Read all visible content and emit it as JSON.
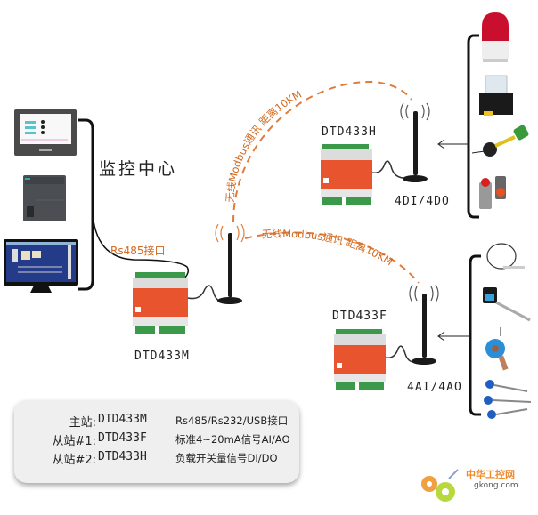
{
  "title": "DTD433 Wireless Modbus Network Diagram",
  "colors": {
    "accent_orange": "#d2691e",
    "device_red": "#e8542e",
    "terminal_green": "#3a9a4a",
    "antenna_black": "#1a1a1a",
    "line_black": "#111111",
    "info_box_bg": "#efefef"
  },
  "monitoring_center": {
    "label": "监控中心",
    "devices": [
      {
        "name": "hmi-touch-panel",
        "icon": "hmi-icon"
      },
      {
        "name": "plc-controller",
        "icon": "plc-icon"
      },
      {
        "name": "scada-monitor",
        "icon": "monitor-icon"
      }
    ]
  },
  "rs485_label": "Rs485接口",
  "master": {
    "model": "DTD433M"
  },
  "slave_h": {
    "model": "DTD433H",
    "io": "4DI/4DO"
  },
  "slave_f": {
    "model": "DTD433F",
    "io": "4AI/4AO"
  },
  "links": {
    "upper": "无线Modbus通讯 距离10KM",
    "lower": "无线Modbus通讯 距离10KM"
  },
  "di_do_devices": [
    {
      "name": "warning-light",
      "icon": "warning-light-icon"
    },
    {
      "name": "relay",
      "icon": "relay-icon"
    },
    {
      "name": "float-switch",
      "icon": "float-switch-icon"
    },
    {
      "name": "push-buttons",
      "icon": "push-button-icon"
    }
  ],
  "ai_ao_devices": [
    {
      "name": "temperature-probe",
      "icon": "temperature-probe-icon"
    },
    {
      "name": "level-transmitter",
      "icon": "transmitter-icon"
    },
    {
      "name": "pressure-transmitter",
      "icon": "pressure-transmitter-icon"
    },
    {
      "name": "thermocouples",
      "icon": "thermocouple-icon"
    }
  ],
  "info": {
    "rows": [
      {
        "role": "主站:",
        "model": "DTD433M",
        "desc": "Rs485/Rs232/USB接口"
      },
      {
        "role": "从站#1:",
        "model": "DTD433F",
        "desc": "标准4~20mA信号AI/AO"
      },
      {
        "role": "从站#2:",
        "model": "DTD433H",
        "desc": "负载开关量信号DI/DO"
      }
    ]
  },
  "watermark": {
    "cn": "中华工控网",
    "en": "gkong.com"
  }
}
